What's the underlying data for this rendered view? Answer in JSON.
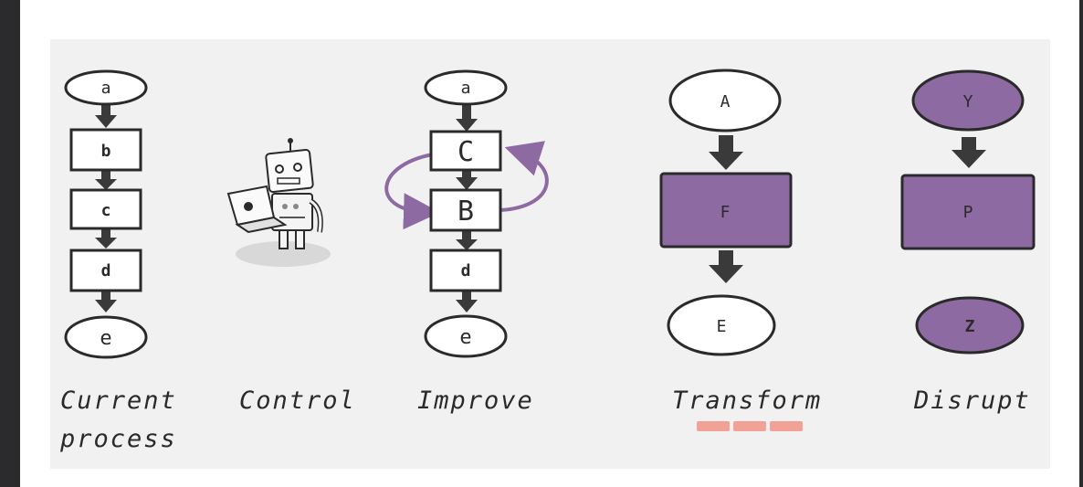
{
  "columns": {
    "current": {
      "nodes": [
        "a",
        "b",
        "c",
        "d",
        "e"
      ],
      "caption_line1": "Current",
      "caption_line2": "process"
    },
    "control": {
      "caption": "Control"
    },
    "improve": {
      "nodes": [
        "a",
        "C",
        "B",
        "d",
        "e"
      ],
      "caption": "Improve"
    },
    "transform": {
      "nodes": [
        "A",
        "F",
        "E"
      ],
      "caption": "Transform"
    },
    "disrupt": {
      "nodes": [
        "Y",
        "P",
        "Z"
      ],
      "caption": "Disrupt"
    }
  },
  "colors": {
    "purple": "#8e6aa3",
    "outline": "#2a2a2a",
    "arrow": "#3a3a3a",
    "highlight": "#f2a197",
    "slide_bg": "#f1f1f1"
  },
  "icons": {
    "robot": "robot-with-laptop-icon"
  }
}
